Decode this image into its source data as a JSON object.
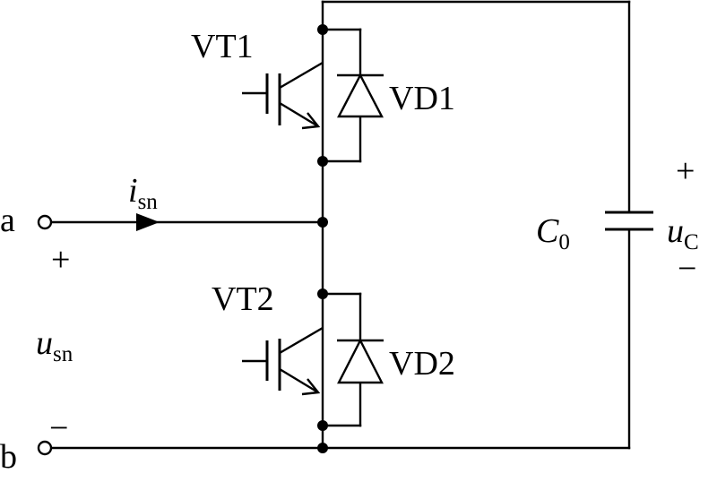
{
  "circuit": {
    "terminals": {
      "a": "a",
      "b": "b",
      "plus": "+",
      "minus": "−"
    },
    "source_voltage": {
      "symbol": "u",
      "subscript": "sn"
    },
    "source_current": {
      "symbol": "i",
      "subscript": "sn"
    },
    "upper_switch": {
      "transistor": "VT1",
      "diode": "VD1"
    },
    "lower_switch": {
      "transistor": "VT2",
      "diode": "VD2"
    },
    "capacitor": {
      "symbol": "C",
      "subscript": "0"
    },
    "capacitor_voltage": {
      "symbol": "u",
      "subscript": "C",
      "plus": "+",
      "minus": "−"
    }
  }
}
